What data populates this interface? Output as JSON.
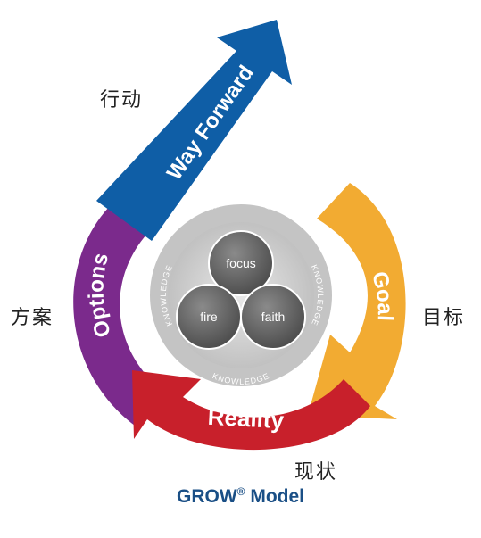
{
  "diagram": {
    "segments": {
      "way_forward": {
        "label": "Way Forward",
        "color": "#0f5ea6"
      },
      "options": {
        "label": "Options",
        "color": "#7b2a8c"
      },
      "goal": {
        "label": "Goal",
        "color": "#f2ab32"
      },
      "reality": {
        "label": "Reality",
        "color": "#c8202b"
      }
    },
    "ring_label": "KNOWLEDGE",
    "circles": {
      "focus": "focus",
      "fire": "fire",
      "faith": "faith"
    },
    "side_labels": {
      "action": "行动",
      "options": "方案",
      "goal": "目标",
      "reality": "现状"
    },
    "caption": {
      "text": "GROW",
      "mark": "®",
      "suffix": "Model"
    }
  }
}
